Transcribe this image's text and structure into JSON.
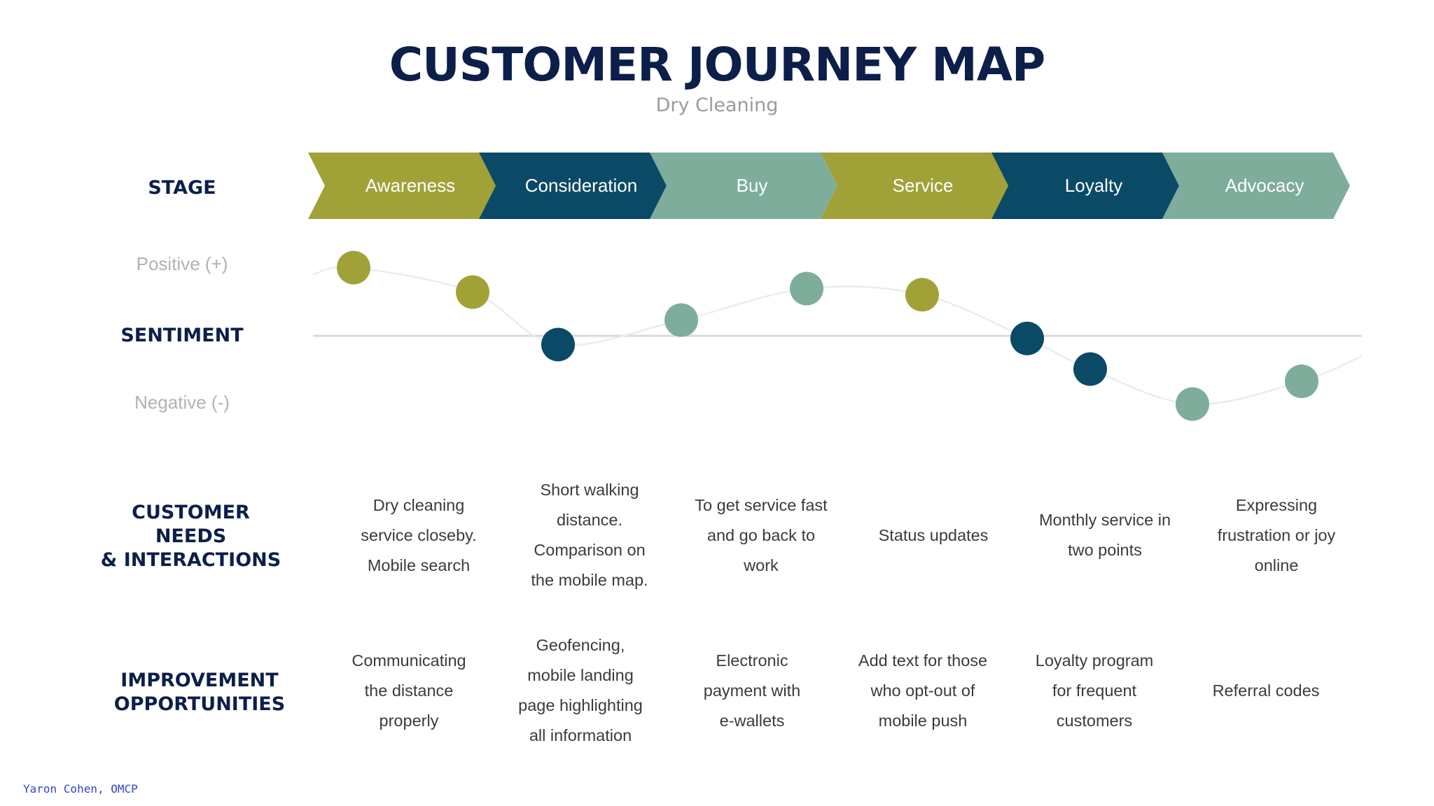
{
  "header": {
    "title": "CUSTOMER JOURNEY MAP",
    "subtitle": "Dry Cleaning"
  },
  "row_labels": {
    "stage": "STAGE",
    "sentiment": "SENTIMENT",
    "needs": "CUSTOMER\nNEEDS\n& INTERACTIONS",
    "improvements": "IMPROVEMENT\nOPPORTUNITIES"
  },
  "scale": {
    "positive": "Positive (+)",
    "negative": "Negative (-)"
  },
  "colors": {
    "olive": "#a0a238",
    "navy": "#0b4a66",
    "sage": "#7fad9b",
    "title": "#0c1f4a"
  },
  "stages": [
    {
      "label": "Awareness",
      "color": "#a0a238"
    },
    {
      "label": "Consideration",
      "color": "#0b4a66"
    },
    {
      "label": "Buy",
      "color": "#7fad9b"
    },
    {
      "label": "Service",
      "color": "#a0a238"
    },
    {
      "label": "Loyalty",
      "color": "#0b4a66"
    },
    {
      "label": "Advocacy",
      "color": "#7fad9b"
    }
  ],
  "sentiment_points": [
    {
      "stage": "Awareness",
      "level": 0.78,
      "color": "#a0a238"
    },
    {
      "stage": "Awareness",
      "level": 0.5,
      "color": "#a0a238"
    },
    {
      "stage": "Consideration",
      "level": -0.1,
      "color": "#0b4a66"
    },
    {
      "stage": "Buy",
      "level": 0.18,
      "color": "#7fad9b"
    },
    {
      "stage": "Buy",
      "level": 0.54,
      "color": "#7fad9b"
    },
    {
      "stage": "Service",
      "level": 0.47,
      "color": "#a0a238"
    },
    {
      "stage": "Loyalty",
      "level": -0.03,
      "color": "#0b4a66"
    },
    {
      "stage": "Loyalty",
      "level": -0.38,
      "color": "#0b4a66"
    },
    {
      "stage": "Advocacy",
      "level": -0.78,
      "color": "#7fad9b"
    },
    {
      "stage": "Advocacy",
      "level": -0.52,
      "color": "#7fad9b"
    }
  ],
  "needs": [
    "Dry cleaning\nservice closeby.\nMobile search",
    "Short walking\ndistance.\nComparison on\nthe mobile map.",
    "To get service fast\nand go back to\nwork",
    "Status updates",
    "Monthly service in\ntwo points",
    "Expressing\nfrustration or joy\nonline"
  ],
  "improvements": [
    "Communicating\nthe distance\nproperly",
    "Geofencing,\nmobile landing\npage highlighting\nall information",
    "Electronic\npayment with\ne-wallets",
    "Add text for those\nwho opt-out of\nmobile push",
    "Loyalty program\nfor frequent\ncustomers",
    "Referral codes"
  ],
  "credit": "Yaron Cohen, OMCP"
}
